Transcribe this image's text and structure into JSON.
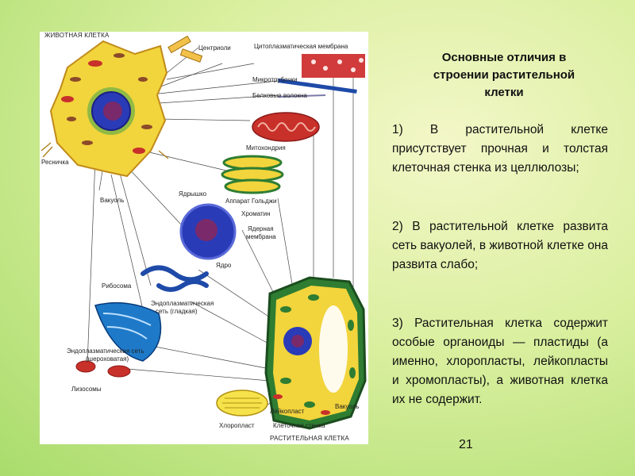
{
  "diagram": {
    "labels": {
      "animal_cell": "ЖИВОТНАЯ КЛЕТКА",
      "centrioles": "Центриоли",
      "cytoplasmic_membrane": "Цитоплазматическая мембрана",
      "microtubules": "Микротрубочки",
      "protein_fibers": "Белковые волокна",
      "mitochondria": "Митохондрия",
      "cilium": "Ресничка",
      "nucleolus": "Ядрышко",
      "golgi": "Аппарат Гольджи",
      "vacuole": "Вакуоль",
      "chromatin": "Хроматин",
      "nuclear_membrane_line1": "Ядерная",
      "nuclear_membrane_line2": "мембрана",
      "nucleus": "Ядро",
      "ribosome": "Рибосома",
      "smooth_er_line1": "Эндоплазматическая",
      "smooth_er_line2": "сеть (гладкая)",
      "rough_er_line1": "Эндоплазматическая сеть",
      "rough_er_line2": "(шероховатая)",
      "lysosomes": "Лизосомы",
      "leucoplast": "Лейкопласт",
      "vacuole_plant": "Вакуоль",
      "chloroplast": "Хлоропласт",
      "cell_wall": "Клеточная стенка",
      "plant_cell": "РАСТИТЕЛЬНАЯ КЛЕТКА"
    }
  },
  "text": {
    "title_line1": "Основные отличия в",
    "title_line2": "строении растительной",
    "title_line3": "клетки",
    "point1": "1) В растительной клетке присутствует прочная и толстая клеточная стенка из целлюлозы;",
    "point2": "2) В растительной клетке развита сеть вакуолей, в животной клетке она развита слабо;",
    "point3": "3) Растительная клетка содержит особые органоиды — пластиды (а именно, хлоропласты, лейкопласты и хромопласты), а животная клетка их не содержит."
  },
  "page_number": "21",
  "colors": {
    "cytoplasm": "#f2d43c",
    "nucleus": "#2a3bb8",
    "mitochondria": "#c8302a",
    "chloroplast": "#2e7d32",
    "background": "#c9e88a"
  }
}
